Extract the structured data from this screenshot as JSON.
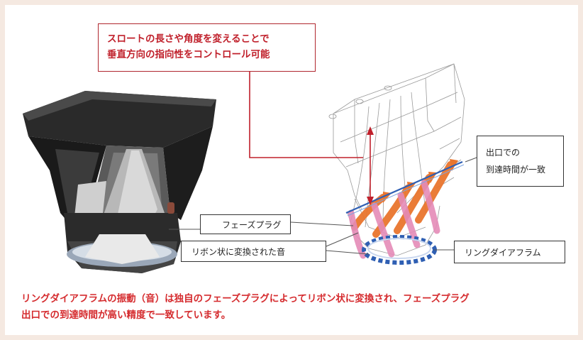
{
  "callout": {
    "line1": "スロートの長さや角度を変えることで",
    "line2": "垂直方向の指向性をコントロール可能"
  },
  "labels": {
    "phase_plug": "フェーズプラグ",
    "ribbon_sound": "リボン状に変換された音",
    "ring_diaphragm": "リングダイアフラム",
    "exit_line1": "出口での",
    "exit_line2": "到達時間が一致"
  },
  "caption": {
    "line1": "リングダイアフラムの振動（音）は独自のフェーズプラグによってリボン状に変換され、フェーズプラグ",
    "line2": "出口での到達時間が高い精度で一致しています。"
  },
  "colors": {
    "background": "#f5e9e1",
    "accent_red": "#c0202b",
    "ribbon_orange": "#e9752e",
    "ribbon_pink": "#e58bb8",
    "ring_blue": "#2f5fb3"
  }
}
